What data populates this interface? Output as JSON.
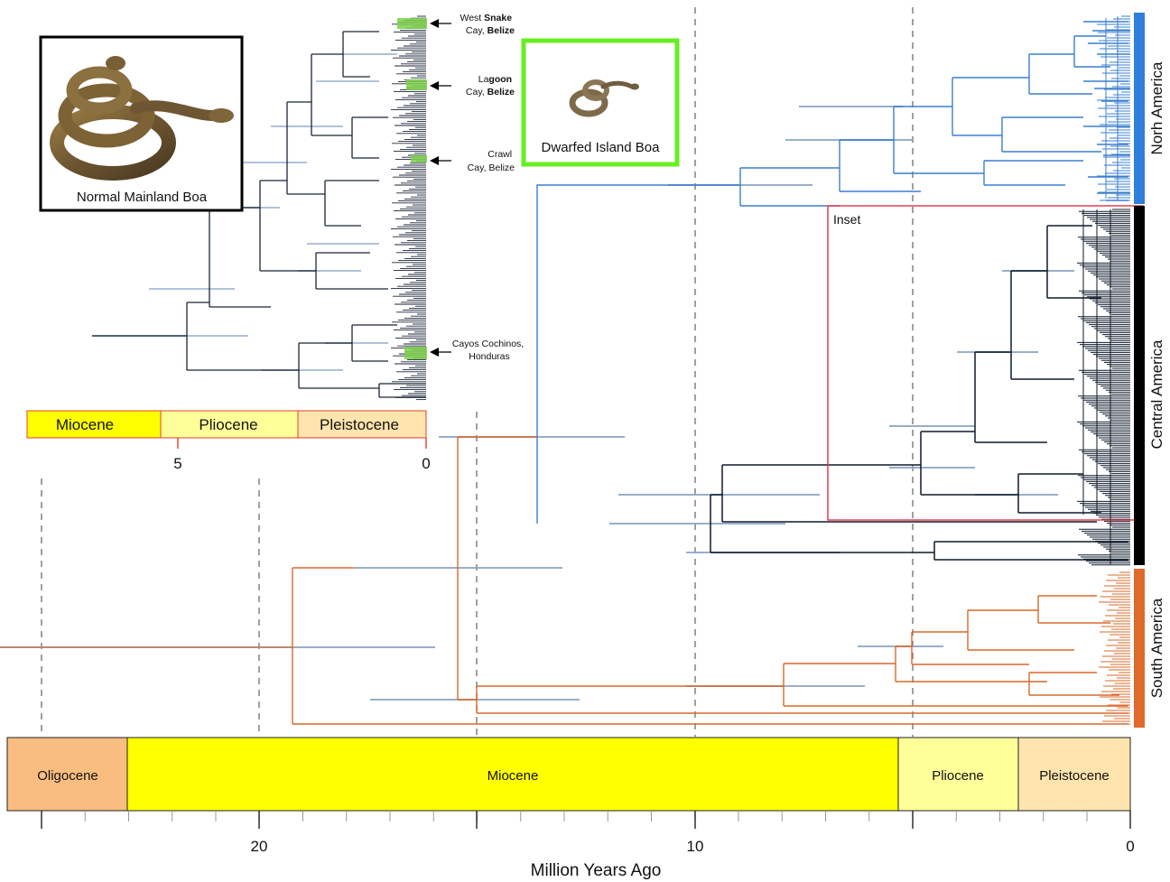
{
  "inset_panel": {
    "epochs": [
      {
        "label": "Miocene",
        "color": "#ffff00"
      },
      {
        "label": "Pliocene",
        "color": "#ffff99"
      },
      {
        "label": "Pleistocene",
        "color": "#ffe4ad"
      }
    ],
    "ticks": [
      "5",
      "0"
    ],
    "annotations": [
      {
        "lines": [
          {
            "segs": [
              {
                "t": "West "
              },
              {
                "t": "Snake",
                "b": true
              }
            ]
          },
          {
            "segs": [
              {
                "t": "Cay, "
              },
              {
                "t": "Belize",
                "b": true
              }
            ]
          }
        ]
      },
      {
        "lines": [
          {
            "segs": [
              {
                "t": "La"
              },
              {
                "t": "goon",
                "b": true
              }
            ]
          },
          {
            "segs": [
              {
                "t": "Cay, "
              },
              {
                "t": "Belize",
                "b": true
              }
            ]
          }
        ]
      },
      {
        "lines": [
          {
            "segs": [
              {
                "t": "Crawl"
              }
            ]
          },
          {
            "segs": [
              {
                "t": "Cay, Belize"
              }
            ]
          }
        ]
      },
      {
        "lines": [
          {
            "segs": [
              {
                "t": "Cayos Cochinos,"
              }
            ]
          },
          {
            "segs": [
              {
                "t": "Honduras"
              }
            ]
          }
        ]
      }
    ]
  },
  "photos": {
    "mainland_caption": "Normal Mainland Boa",
    "island_caption": "Dwarfed Island Boa",
    "island_border_color": "#66ee22"
  },
  "regions": [
    {
      "label": "Norh America",
      "color": "#2f7fdc"
    },
    {
      "label": "Central America",
      "color": "#000000"
    },
    {
      "label": "South America",
      "color": "#e06a2a"
    }
  ],
  "inset_box_label": "Inset",
  "timeline": {
    "epochs": [
      {
        "label": "Oligocene",
        "color": "#f9bd7f"
      },
      {
        "label": "Miocene",
        "color": "#ffff00"
      },
      {
        "label": "Pliocene",
        "color": "#ffff99"
      },
      {
        "label": "Pleistocene",
        "color": "#ffe4ad"
      }
    ],
    "major_ticks": [
      "20",
      "10",
      "0"
    ],
    "xlabel": "Million Years Ago"
  }
}
